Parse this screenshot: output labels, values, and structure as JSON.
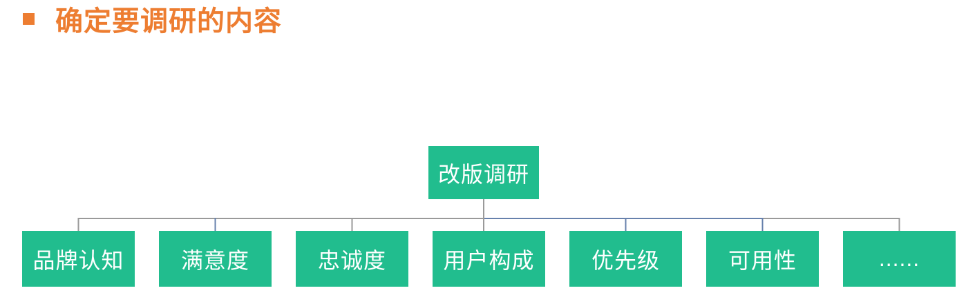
{
  "header": {
    "title": "确定要调研的内容"
  },
  "colors": {
    "accent_orange": "#ED7D31",
    "node_green": "#21BD8E",
    "node_text": "#FFFFFF",
    "line_gray": "#9A9A9A",
    "line_blue": "#6781AC"
  },
  "tree": {
    "root": {
      "label": "改版调研"
    },
    "children": [
      {
        "label": "品牌认知"
      },
      {
        "label": "满意度"
      },
      {
        "label": "忠诚度"
      },
      {
        "label": "用户构成"
      },
      {
        "label": "优先级"
      },
      {
        "label": "可用性"
      },
      {
        "label": "......"
      }
    ]
  }
}
